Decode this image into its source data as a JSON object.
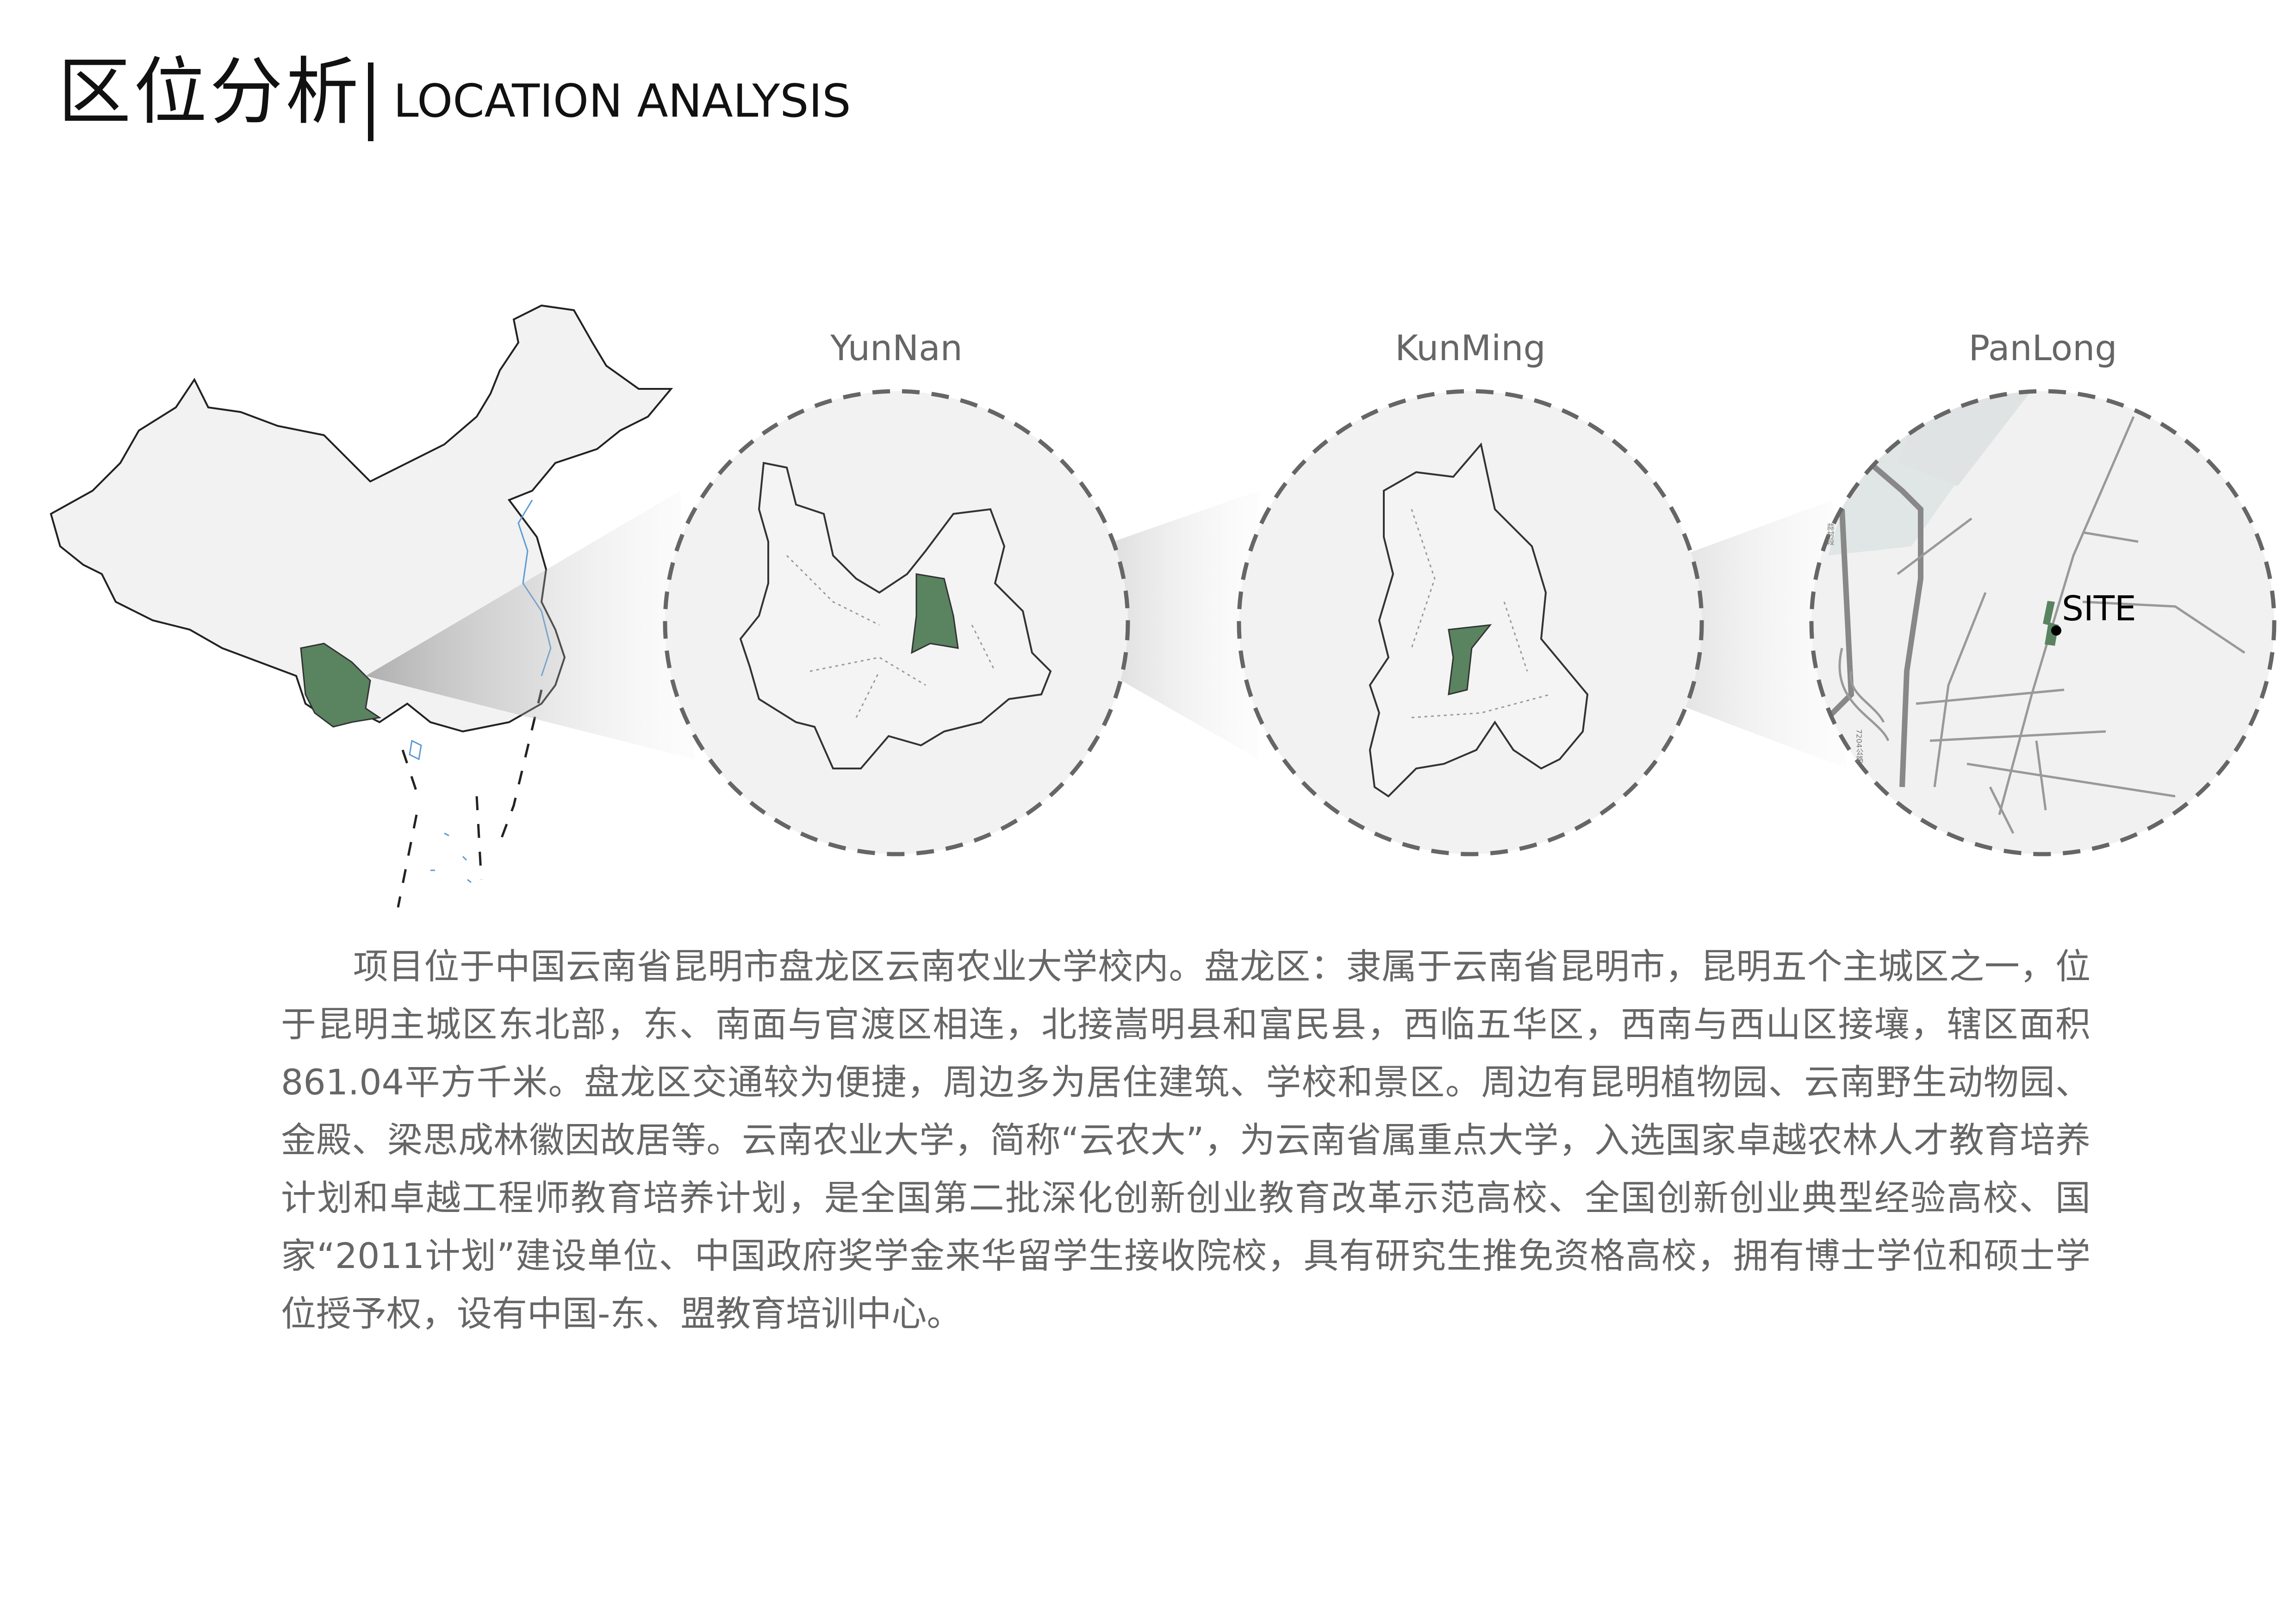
{
  "header": {
    "title_cn": "区位分析",
    "title_en": "LOCATION ANALYSIS"
  },
  "maps": [
    {
      "label": "YunNan"
    },
    {
      "label": "KunMing"
    },
    {
      "label": "PanLong",
      "site_label": "SITE",
      "road_labels": [
        "蒜村段",
        "7204公路"
      ]
    }
  ],
  "colors": {
    "highlight": "#5a8360",
    "dash": "#666666",
    "text": "#666666"
  },
  "description": "项目位于中国云南省昆明市盘龙区云南农业大学校内。盘龙区：隶属于云南省昆明市，昆明五个主城区之一，位于昆明主城区东北部，东、南面与官渡区相连，北接嵩明县和富民县，西临五华区，西南与西山区接壤，辖区面积861.04平方千米。盘龙区交通较为便捷，周边多为居住建筑、学校和景区。周边有昆明植物园、云南野生动物园、金殿、梁思成林徽因故居等。云南农业大学，简称“云农大”，为云南省属重点大学，入选国家卓越农林人才教育培养计划和卓越工程师教育培养计划，是全国第二批深化创新创业教育改革示范高校、全国创新创业典型经验高校、国家“2011计划”建设单位、中国政府奖学金来华留学生接收院校，具有研究生推免资格高校，拥有博士学位和硕士学位授予权，设有中国-东、盟教育培训中心。"
}
